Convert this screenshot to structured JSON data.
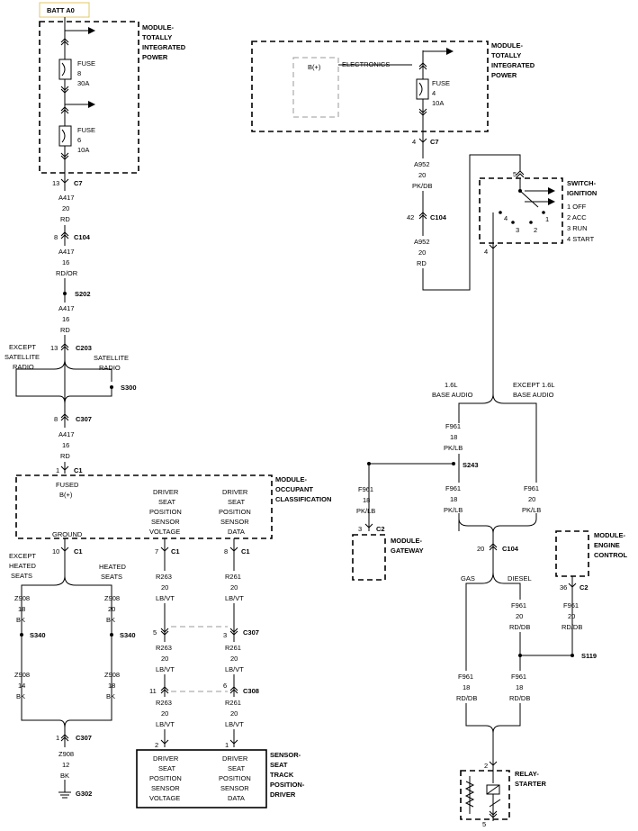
{
  "batt": "BATT A0",
  "tipm": [
    "MODULE-",
    "TOTALLY",
    "INTEGRATED",
    "POWER"
  ],
  "fuses": {
    "f8": [
      "FUSE",
      "8",
      "30A"
    ],
    "f6": [
      "FUSE",
      "6",
      "10A"
    ],
    "f4": [
      "FUSE",
      "4",
      "10A"
    ]
  },
  "electronics": {
    "bplus": "B(+)",
    "label": "ELECTRONICS"
  },
  "left": {
    "c7": {
      "pin": "13",
      "name": "C7"
    },
    "w1": [
      "A417",
      "20",
      "RD"
    ],
    "c104": {
      "pin": "8",
      "name": "C104"
    },
    "w2": [
      "A417",
      "16",
      "RD/OR"
    ],
    "s202": "S202",
    "w3": [
      "A417",
      "16",
      "RD"
    ],
    "c203": {
      "pin": "13",
      "name": "C203"
    },
    "except_sat": [
      "EXCEPT",
      "SATELLITE",
      "RADIO"
    ],
    "sat": [
      "SATELLITE",
      "RADIO"
    ],
    "s300": "S300",
    "c307a": {
      "pin": "8",
      "name": "C307"
    },
    "w4": [
      "A417",
      "16",
      "RD"
    ],
    "c1a": {
      "pin": "1",
      "name": "C1"
    }
  },
  "occ": {
    "title": [
      "MODULE-",
      "OCCUPANT",
      "CLASSIFICATION"
    ],
    "fused": [
      "FUSED",
      "B(+)"
    ],
    "ground": "GROUND",
    "voltage_pin": [
      "DRIVER",
      "SEAT",
      "POSITION",
      "SENSOR",
      "VOLTAGE"
    ],
    "data_pin": [
      "DRIVER",
      "SEAT",
      "POSITION",
      "SENSOR",
      "DATA"
    ],
    "c1_ground": {
      "pin": "10",
      "name": "C1"
    },
    "c1_voltage": {
      "pin": "7",
      "name": "C1"
    },
    "c1_data": {
      "pin": "8",
      "name": "C1"
    }
  },
  "seats": {
    "except_heated": [
      "EXCEPT",
      "HEATED",
      "SEATS"
    ],
    "heated": [
      "HEATED",
      "SEATS"
    ],
    "wa": [
      "Z908",
      "18",
      "BK"
    ],
    "wb": [
      "Z908",
      "20",
      "BK"
    ],
    "s340": "S340",
    "wc": [
      "Z908",
      "14",
      "BK"
    ],
    "wd": [
      "Z908",
      "18",
      "BK"
    ],
    "c307": {
      "pin": "1",
      "name": "C307"
    },
    "we": [
      "Z908",
      "12",
      "BK"
    ],
    "g302": "G302"
  },
  "sensor_wires": {
    "r263a": [
      "R263",
      "20",
      "LB/VT"
    ],
    "r261a": [
      "R261",
      "20",
      "LB/VT"
    ],
    "c307_pins": [
      "5",
      "3"
    ],
    "c307": "C307",
    "r263b": [
      "R263",
      "20",
      "LB/VT"
    ],
    "r261b": [
      "R261",
      "20",
      "LB/VT"
    ],
    "c308_pins": [
      "11",
      "6"
    ],
    "c308": "C308",
    "r263c": [
      "R263",
      "20",
      "LB/VT"
    ],
    "r261c": [
      "R261",
      "20",
      "LB/VT"
    ],
    "sensor_pins": [
      "2",
      "1"
    ]
  },
  "sensor": {
    "title": [
      "SENSOR-",
      "SEAT",
      "TRACK",
      "POSITION-",
      "DRIVER"
    ],
    "voltage": [
      "DRIVER",
      "SEAT",
      "POSITION",
      "SENSOR",
      "VOLTAGE"
    ],
    "data": [
      "DRIVER",
      "SEAT",
      "POSITION",
      "SENSOR",
      "DATA"
    ]
  },
  "right": {
    "c7": {
      "pin": "4",
      "name": "C7"
    },
    "w1": [
      "A952",
      "20",
      "PK/DB"
    ],
    "c104": {
      "pin": "42",
      "name": "C104"
    },
    "w2": [
      "A952",
      "20",
      "RD"
    ],
    "switch_title": [
      "SWITCH-",
      "IGNITION"
    ],
    "switch_pos": [
      "1 OFF",
      "2 ACC",
      "3 RUN",
      "4 START"
    ],
    "switch_nums": [
      "4",
      "3",
      "2",
      "1"
    ],
    "pin5": "5",
    "pin4": "4",
    "base_16": [
      "1.6L",
      "BASE AUDIO"
    ],
    "base_ex": [
      "EXCEPT 1.6L",
      "BASE AUDIO"
    ],
    "f961a": [
      "F961",
      "18",
      "PK/LB"
    ],
    "s243": "S243",
    "f961_gw": [
      "F961",
      "18",
      "PK/LB"
    ],
    "f961_mid": [
      "F961",
      "18",
      "PK/LB"
    ],
    "f961_r": [
      "F961",
      "20",
      "PK/LB"
    ],
    "gateway_c2": {
      "pin": "3",
      "name": "C2"
    },
    "gateway": [
      "MODULE-",
      "GATEWAY"
    ],
    "c104b": {
      "pin": "20",
      "name": "C104"
    },
    "gas": "GAS",
    "diesel": "DIESEL",
    "ecm": [
      "MODULE-",
      "ENGINE",
      "CONTROL"
    ],
    "ecm_c2": {
      "pin": "36",
      "name": "C2"
    },
    "f961_d1": [
      "F961",
      "20",
      "RD/DB"
    ],
    "f961_d2": [
      "F961",
      "20",
      "RD/DB"
    ],
    "s119": "S119",
    "f961_g": [
      "F961",
      "18",
      "RD/DB"
    ],
    "f961_d3": [
      "F961",
      "18",
      "RD/DB"
    ],
    "relay_pin2": "2",
    "relay_pin5": "5",
    "relay": [
      "RELAY-",
      "STARTER"
    ]
  }
}
